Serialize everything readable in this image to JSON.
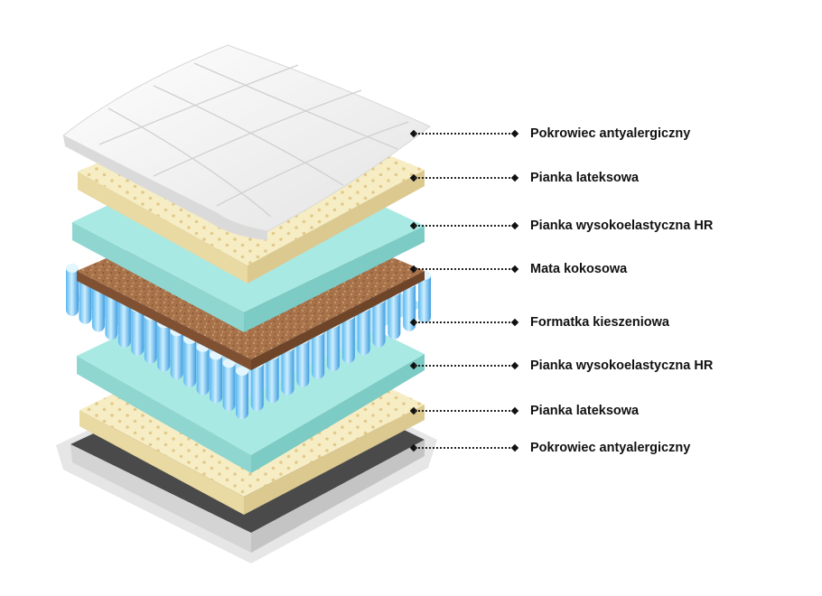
{
  "layers": [
    {
      "label": "Pokrowiec antyalergiczny"
    },
    {
      "label": "Pianka lateksowa"
    },
    {
      "label": "Pianka wysokoelastyczna HR"
    },
    {
      "label": "Mata kokosowa"
    },
    {
      "label": "Formatka kieszeniowa"
    },
    {
      "label": "Pianka wysokoelastyczna HR"
    },
    {
      "label": "Pianka lateksowa"
    },
    {
      "label": "Pokrowiec antyalergiczny"
    }
  ],
  "colors": {
    "cover_top": "#f4f4f4",
    "latex": "#f6edc4",
    "latex_holes": "#e6cf92",
    "hr_foam": "#a9e9e4",
    "coconut": "#a8724a",
    "springs": "#8fd0f4",
    "cover_bottom": "#4a4a4a",
    "text": "#111111"
  }
}
